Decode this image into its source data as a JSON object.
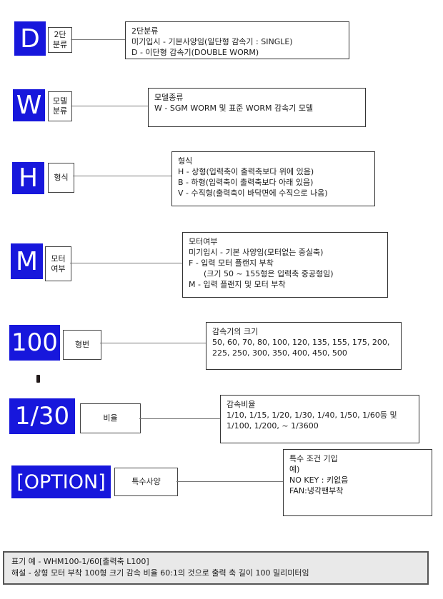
{
  "title": "감속기 모델 코드 표기 설명 다이어그램",
  "colors": {
    "accent_blue": "#1717dc",
    "box_border": "#333333",
    "connector_line": "#777777",
    "footer_bg": "#e9e9e9",
    "footer_border": "#555555"
  },
  "sections": [
    {
      "code": "D",
      "tag_lines": [
        "2단",
        "분류"
      ],
      "desc_lines": [
        "2단분류",
        "미기입시 - 기본사양임(일단형 감속기 : SINGLE)",
        "D - 이단형 감속기(DOUBLE WORM)"
      ]
    },
    {
      "code": "W",
      "tag_lines": [
        "모델",
        "분류"
      ],
      "desc_lines": [
        "모델종류",
        "W - SGM WORM 및 표준 WORM 감속기 모델"
      ]
    },
    {
      "code": "H",
      "tag_lines": [
        "형식"
      ],
      "desc_lines": [
        "형식",
        "H - 상형(입력축이 출력축보다 위에 있음)",
        "B - 하형(입력축이 출력축보다 아래 있음)",
        "V - 수직형(출력축이 바닥면에 수직으로 나옴)"
      ]
    },
    {
      "code": "M",
      "tag_lines": [
        "모터",
        "여부"
      ],
      "desc_lines": [
        "모터여부",
        "미기입시 - 기본 사양임(모터없는 중실축)",
        "F - 입력 모터 플랜지 부착",
        "      (크기 50 ~ 155형은 입력축 중공형임)",
        "M - 입력 플랜지 및 모터 부착"
      ]
    },
    {
      "code": "100",
      "tag_lines": [
        "형번"
      ],
      "desc_lines": [
        "감속기의 크기",
        "50, 60, 70, 80, 100, 120, 135, 155, 175, 200,",
        "225, 250, 300, 350, 400, 450, 500"
      ]
    },
    {
      "code": "1/30",
      "tag_lines": [
        "비율"
      ],
      "desc_lines": [
        "감속비율",
        "1/10, 1/15, 1/20, 1/30, 1/40, 1/50, 1/60등 및",
        "1/100, 1/200, ~ 1/3600"
      ]
    },
    {
      "code": "[OPTION]",
      "tag_lines": [
        "특수사양"
      ],
      "desc_lines": [
        "특수 조건 기입",
        "예)",
        "NO KEY : 키없음",
        "FAN:냉각팬부착"
      ]
    }
  ],
  "footer": {
    "lines": [
      "표기 예 - WHM100-1/60[출력축 L100]",
      "해설 - 상형 모터 부착 100형 크기 감속 비율 60:1의 것으로 출력 축 길이 100 밀리미터임"
    ]
  }
}
